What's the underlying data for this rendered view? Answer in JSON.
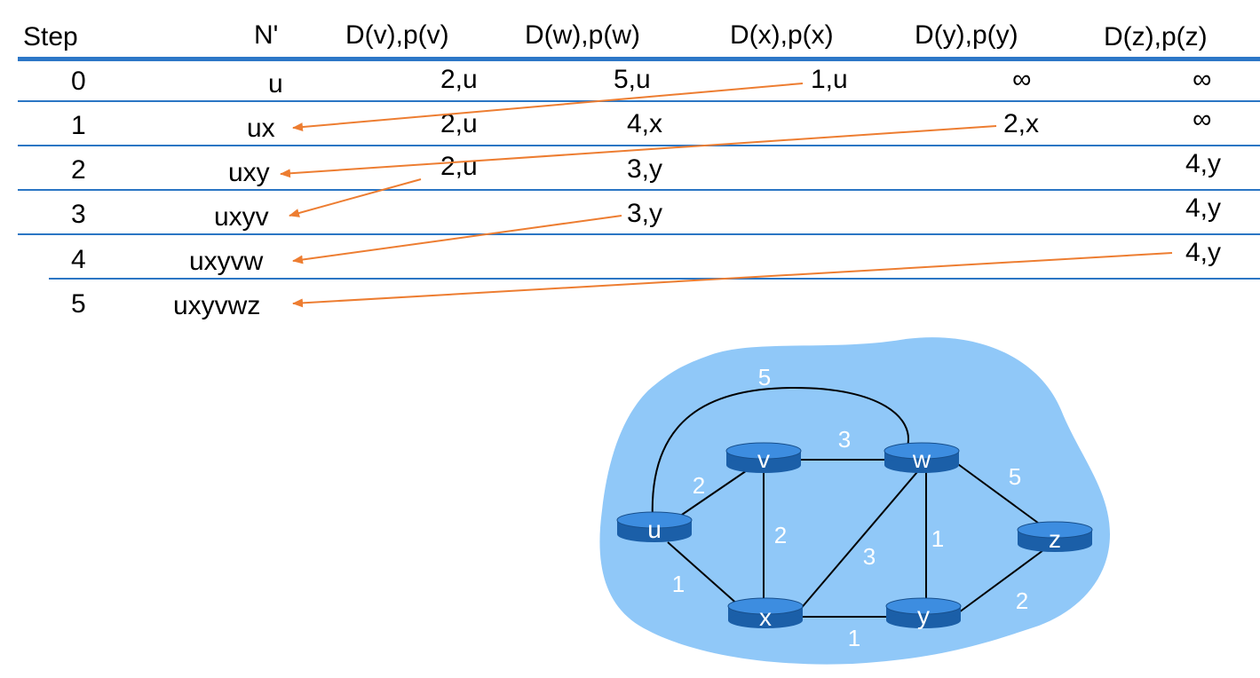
{
  "table": {
    "headers": {
      "step": "Step",
      "nprime": "N'",
      "v": "D(v),p(v)",
      "w": "D(w),p(w)",
      "x": "D(x),p(x)",
      "y": "D(y),p(y)",
      "z": "D(z),p(z)"
    },
    "rows": [
      {
        "step": "0",
        "nprime": "u",
        "v": "2,u",
        "w": "5,u",
        "x": "1,u",
        "y": "∞",
        "z": "∞"
      },
      {
        "step": "1",
        "nprime": "ux",
        "v": "2,u",
        "w": "4,x",
        "x": "",
        "y": "2,x",
        "z": "∞"
      },
      {
        "step": "2",
        "nprime": "uxy",
        "v": "2,u",
        "w": "3,y",
        "x": "",
        "y": "",
        "z": "4,y"
      },
      {
        "step": "3",
        "nprime": "uxyv",
        "v": "",
        "w": "3,y",
        "x": "",
        "y": "",
        "z": "4,y"
      },
      {
        "step": "4",
        "nprime": "uxyvw",
        "v": "",
        "w": "",
        "x": "",
        "y": "",
        "z": "4,y"
      },
      {
        "step": "5",
        "nprime": "uxyvwz",
        "v": "",
        "w": "",
        "x": "",
        "y": "",
        "z": ""
      }
    ],
    "arrow_color": "#ed7d31",
    "rule_color": "#2b76c4"
  },
  "graph": {
    "cloud_color": "#90c8f8",
    "router_color": "#1f6fc5",
    "label_color": "#ffffff",
    "nodes": {
      "u": "u",
      "v": "v",
      "w": "w",
      "x": "x",
      "y": "y",
      "z": "z"
    },
    "edges": {
      "u_w": "5",
      "u_v": "2",
      "u_x": "1",
      "v_w": "3",
      "v_x": "2",
      "x_w": "3",
      "w_y": "1",
      "w_z": "5",
      "x_y": "1",
      "y_z": "2"
    }
  }
}
